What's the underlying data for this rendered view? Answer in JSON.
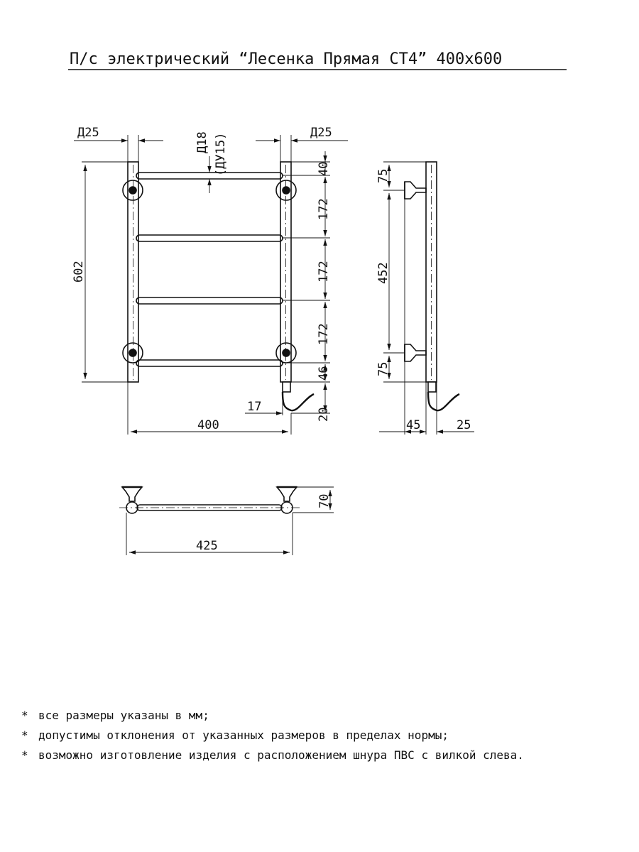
{
  "title": "П/с электрический “Лесенка Прямая СТ4” 400x600",
  "front": {
    "pipe_left": "Д25",
    "pipe_right": "Д25",
    "rung_diameter": "Д18",
    "rung_size": "(ДУ15)",
    "height": "602",
    "top_gap": "40",
    "step1": "172",
    "step2": "172",
    "step3": "172",
    "bottom_gap": "46",
    "cord_offset": "17",
    "cord_height": "20",
    "width": "400"
  },
  "side": {
    "top_mount": "75",
    "mount_span": "452",
    "bottom_mount": "75",
    "wall_offset": "45",
    "pipe_depth": "25"
  },
  "top": {
    "depth": "70",
    "width": "425"
  },
  "notes": [
    "все размеры указаны в мм;",
    "допустимы отклонения от указанных размеров в пределах нормы;",
    "возможно изготовление изделия с расположением шнура ПВС с вилкой слева."
  ],
  "note_marker": "*"
}
